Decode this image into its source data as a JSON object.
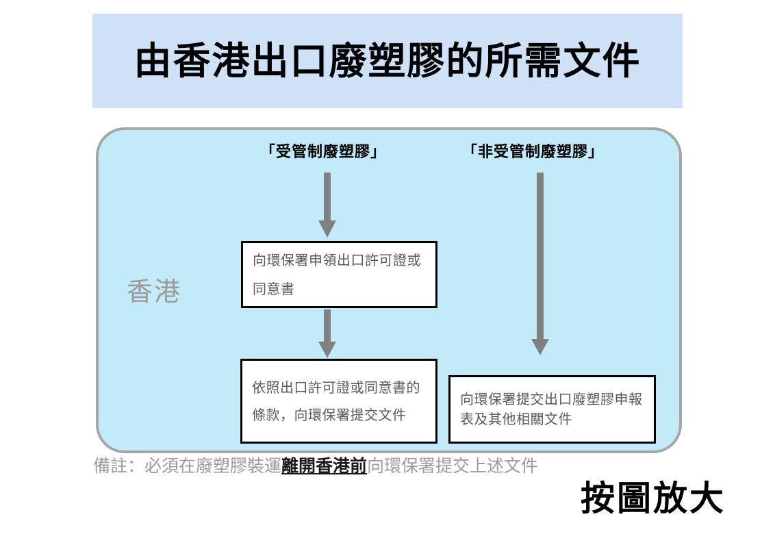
{
  "title": {
    "text": "由香港出口廢塑膠的所需文件",
    "band_color": "#cfe1f7"
  },
  "panel": {
    "region_label": "香港",
    "fill_color": "#c3eaf8",
    "border_color": "#a6a6a6"
  },
  "columns": {
    "controlled_heading": "「受管制廢塑膠」",
    "uncontrolled_heading": "「非受管制廢塑膠」"
  },
  "boxes": {
    "permit": "向環保署申領出口許可證或同意書",
    "submit_docs": "依照出口許可證或同意書的條款，向環保署提交文件",
    "declaration": "向環保署提交出口廢塑膠申報表及其他相關文件"
  },
  "arrows": {
    "color": "#808080",
    "controlled_to_permit": "arrow-down-icon",
    "permit_to_submit": "arrow-down-icon",
    "uncontrolled_to_declaration": "arrow-down-icon"
  },
  "footnote": {
    "prefix": "備註：必須在廢塑膠裝運",
    "emphasis": "離開香港前",
    "suffix": "向環保署提交上述文件"
  },
  "zoom_hint": {
    "text": "按圖放大"
  }
}
